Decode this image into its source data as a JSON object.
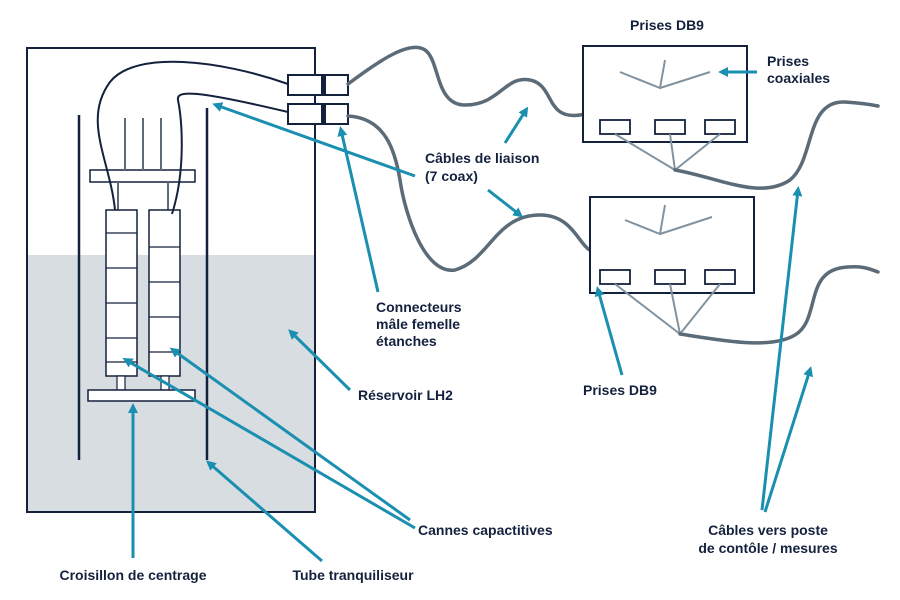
{
  "labels": {
    "prises_db9_top": "Prises DB9",
    "prises_coax_1": "Prises",
    "prises_coax_2": "coaxiales",
    "cables_liaison_1": "Câbles de liaison",
    "cables_liaison_2": "(7 coax)",
    "connecteurs_1": "Connecteurs",
    "connecteurs_2": "mâle femelle",
    "connecteurs_3": "étanches",
    "reservoir": "Réservoir LH2",
    "prises_db9_bottom": "Prises DB9",
    "cannes": "Cannes capactitives",
    "cables_poste_1": "Câbles vers poste",
    "cables_poste_2": "de contôle / mesures",
    "croisillon": "Croisillon de centrage",
    "tube": "Tube tranquiliseur"
  },
  "colors": {
    "outline": "#14213d",
    "arrow": "#1a8fb0",
    "cable": "#5b6b78",
    "liquid": "#d7dde1"
  }
}
